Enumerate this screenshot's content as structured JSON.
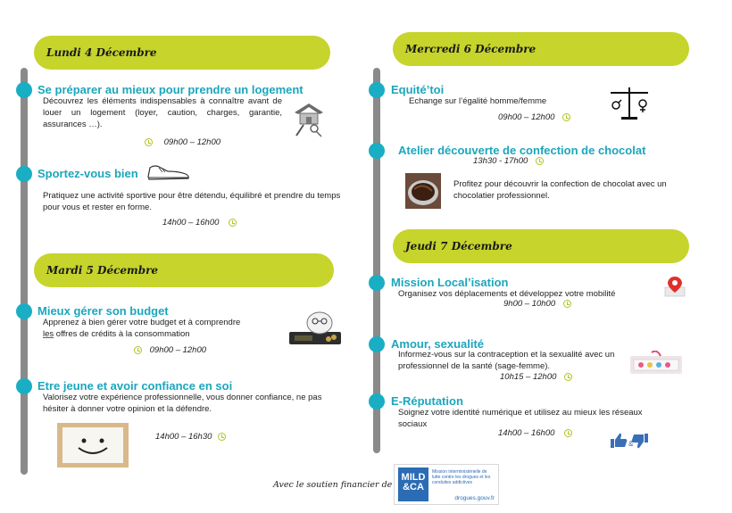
{
  "days": {
    "monday": "Lundi 4 Décembre",
    "tuesday": "Mardi 5 Décembre",
    "wednesday": "Mercredi 6 Décembre",
    "thursday": "Jeudi 7 Décembre"
  },
  "events": {
    "logement": {
      "title": "Se préparer au mieux pour prendre un logement",
      "desc": "Découvrez les éléments indispensables à connaître avant de louer un logement (loyer, caution, charges, garantie, assurances …).",
      "time": "09h00 – 12h00"
    },
    "sport": {
      "title": "Sportez-vous bien",
      "desc": "Pratiquez une activité sportive pour être détendu, équilibré et prendre du temps pour vous et rester en forme.",
      "time": "14h00 – 16h00"
    },
    "budget": {
      "title": "Mieux gérer son budget",
      "desc_a": "Apprenez à bien gérer votre budget et à comprendre",
      "desc_b_underlined": "les",
      "desc_b": " offres de crédits à la consommation",
      "time": "09h00 – 12h00"
    },
    "confiance": {
      "title": "Etre jeune et avoir confiance en soi",
      "desc": "Valorisez votre expérience professionnelle, vous donner confiance, ne pas hésiter à donner votre opinion et la défendre.",
      "time": "14h00 – 16h30"
    },
    "equite": {
      "title": "Equité’toi",
      "desc": "Echange sur l’égalité homme/femme",
      "time": "09h00 – 12h00"
    },
    "chocolat": {
      "title": "Atelier découverte de confection de chocolat",
      "time": "13h30 - 17h00",
      "desc": "Profitez pour découvrir la confection de chocolat avec un chocolatier professionnel."
    },
    "mission": {
      "title": "Mission Local’isation",
      "desc": "Organisez vos déplacements et développez votre mobilité",
      "time": "9h00 – 10h00"
    },
    "amour": {
      "title": "Amour, sexualité",
      "desc": "Informez-vous sur la contraception et la sexualité avec un professionnel de la santé (sage-femme).",
      "time": "10h15 – 12h00"
    },
    "ereputation": {
      "title": "E-Réputation",
      "desc": "Soignez votre identité numérique et utilisez au mieux les réseaux sociaux",
      "time": "14h00 – 16h00"
    }
  },
  "footer": {
    "support_text": "Avec le soutien financier de",
    "logo_top": "MILD",
    "logo_bottom": "&CA",
    "logo_small": "Mission interministérielle de lutte contre les drogues et les conduites addictives",
    "logo_url": "drogues.gouv.fr"
  },
  "colors": {
    "accent_green": "#c6d42c",
    "accent_teal": "#19aec4",
    "timeline_grey": "#8a8a8a"
  }
}
